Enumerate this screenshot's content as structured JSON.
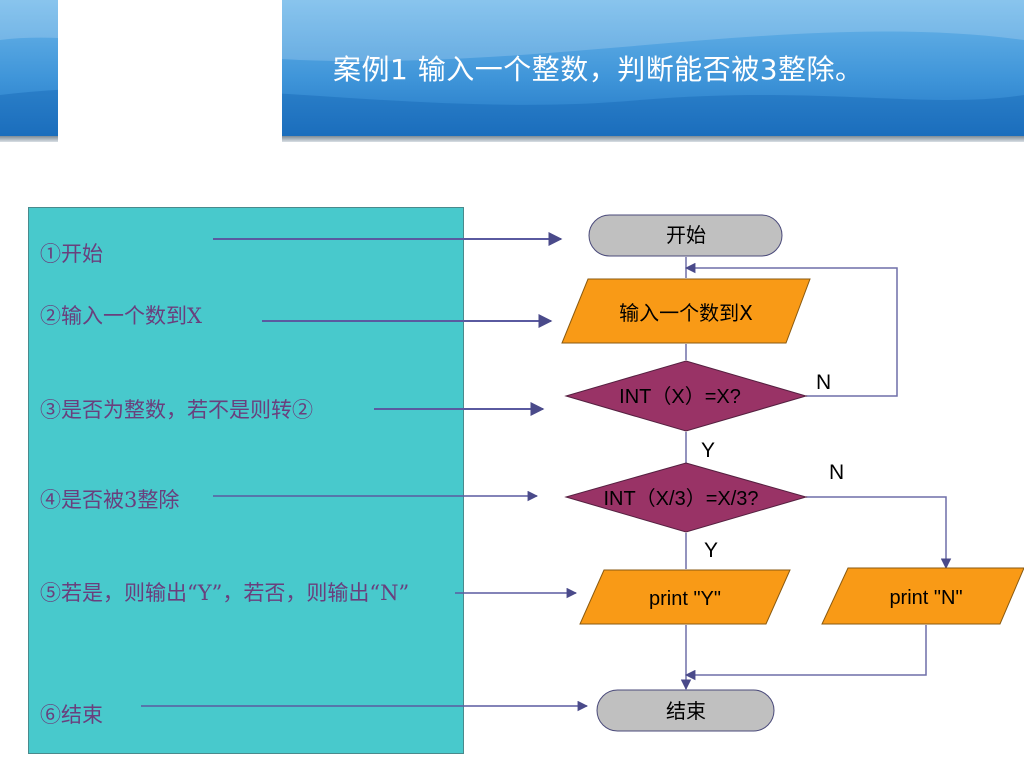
{
  "header": {
    "title": "案例1  输入一个整数，判断能否被3整除。"
  },
  "steps": [
    "①开始",
    "②输入一个数到X",
    "③是否为整数，若不是则转②",
    "④是否被3整除",
    "⑤若是，则输出“Y”，若否，则输出“N”",
    "⑥结束"
  ],
  "flowchart": {
    "start": "开始",
    "input": "输入一个数到X",
    "decision1": "INT（X）=X?",
    "decision2": "INT（X/3）=X/3?",
    "output_yes": "print \"Y\"",
    "output_no": "print \"N\"",
    "end": "结束",
    "label_n1": "N",
    "label_y1": "Y",
    "label_n2": "N",
    "label_y2": "Y"
  },
  "colors": {
    "terminal": "#c0c0c0",
    "io": "#f99a16",
    "decision": "#993366",
    "panel": "#48c9cc",
    "connector": "#6f6fa8"
  }
}
